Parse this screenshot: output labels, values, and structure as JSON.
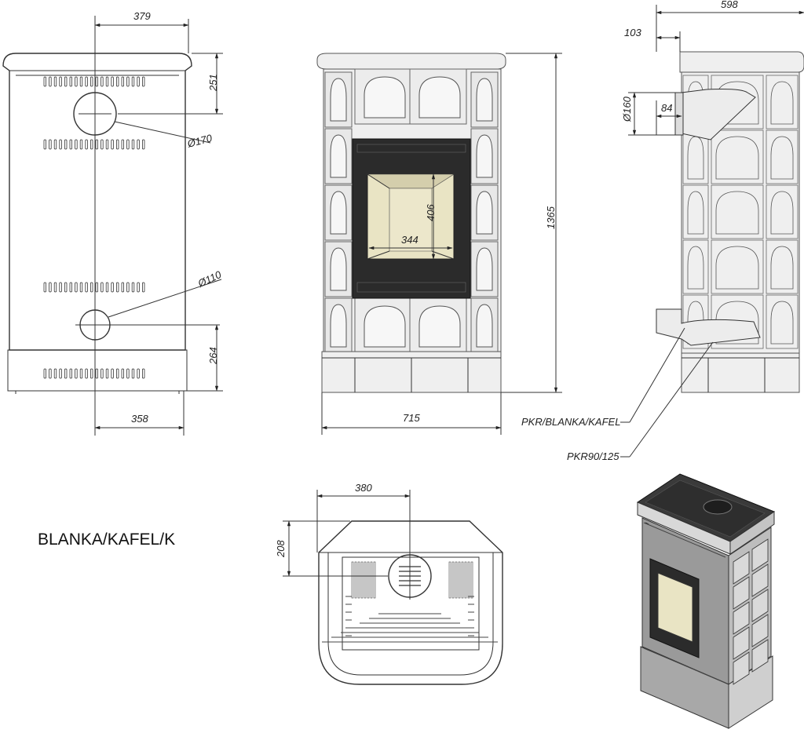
{
  "title": "BLANKA/KAFEL/K",
  "dimensions": {
    "rear_top_offset": "379",
    "rear_flue_height": "251",
    "rear_flue_dia": "Ø170",
    "rear_air_dia": "Ø110",
    "rear_bottom_height": "264",
    "rear_bottom_offset": "358",
    "front_window_height": "406",
    "front_window_width": "344",
    "front_total_height": "1365",
    "front_total_width": "715",
    "side_total_depth": "598",
    "side_flue_offset": "103",
    "side_flue_dia": "Ø160",
    "side_flue_depth": "84",
    "top_offset": "380",
    "top_depth": "208"
  },
  "labels": {
    "pkr_blanka": "PKR/BLANKA/KAFEL",
    "pkr90": "PKR90/125"
  },
  "colors": {
    "line": "#333333",
    "tile": "#efefef",
    "glass": "#e9e4c4",
    "frame": "#2b2b2b"
  }
}
